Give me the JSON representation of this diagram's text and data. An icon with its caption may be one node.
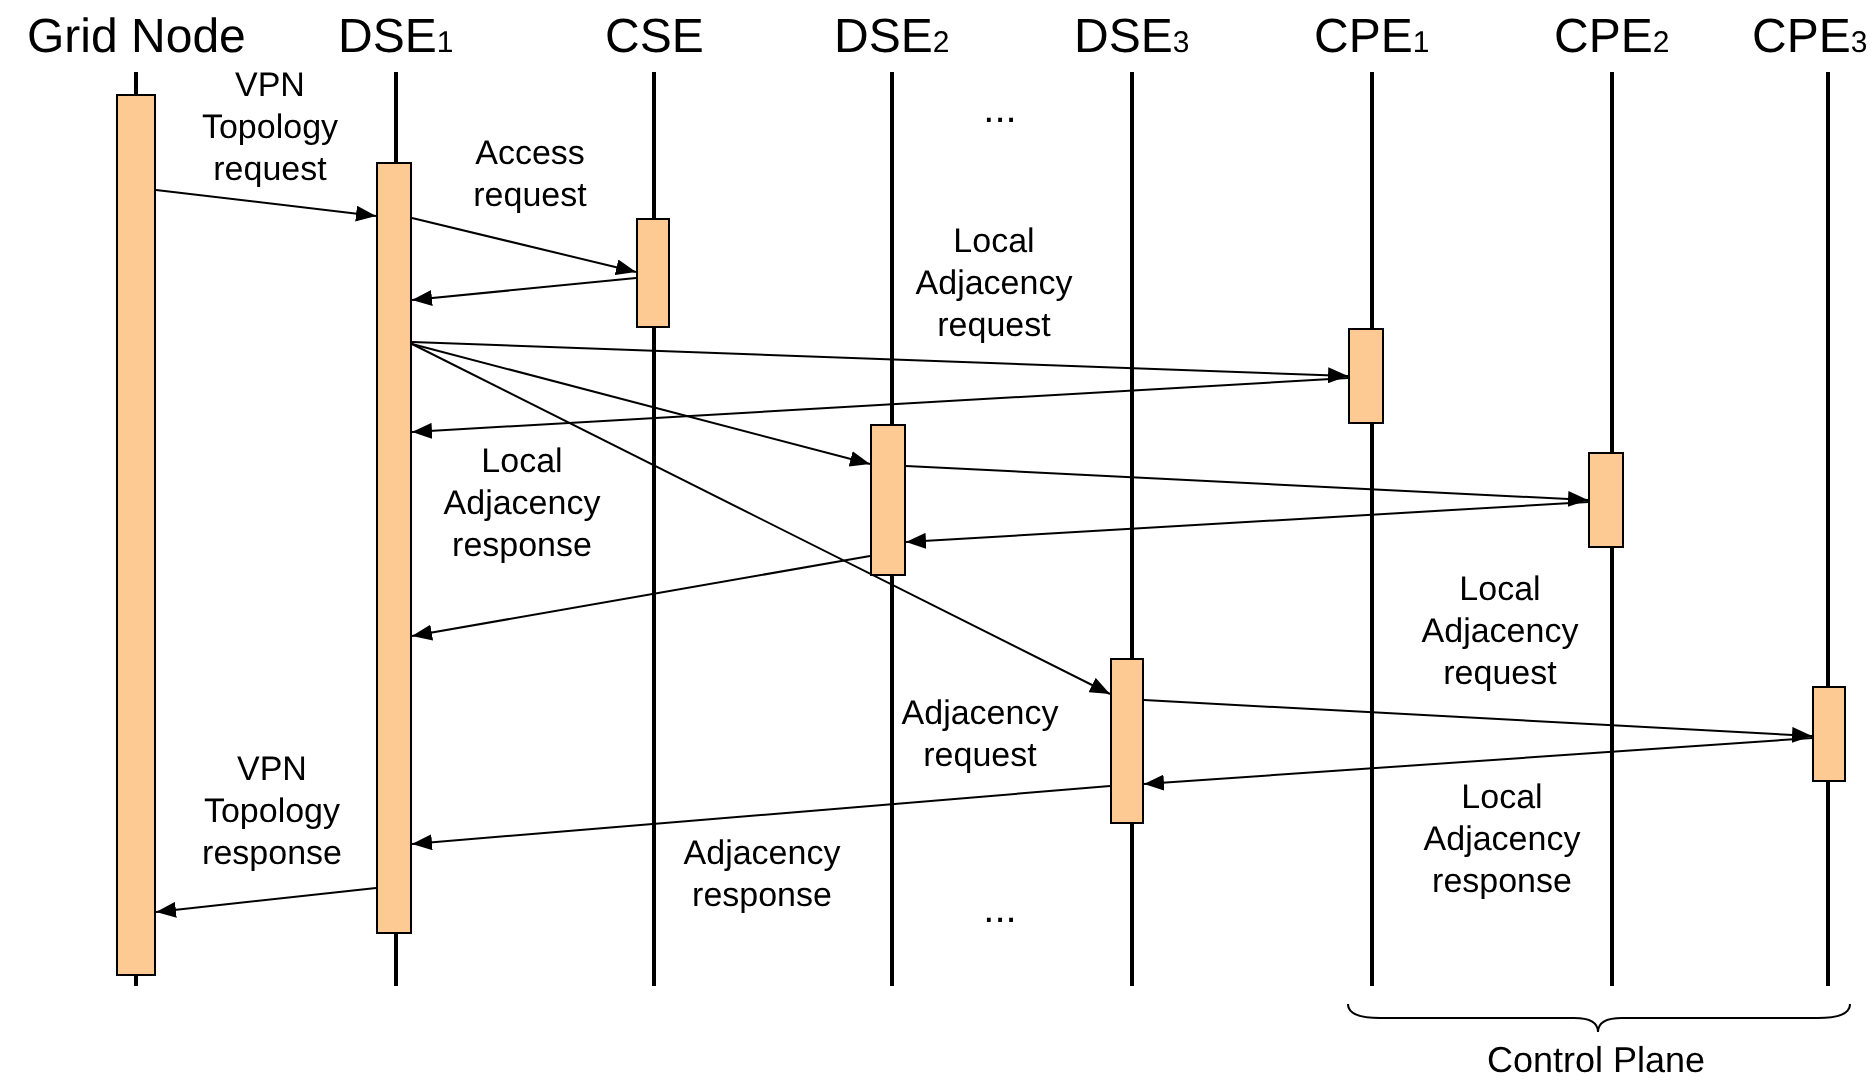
{
  "diagram": {
    "nodes": [
      {
        "text": [
          "Grid Node"
        ]
      },
      {
        "text": [
          "DSE$_{1}$"
        ]
      },
      {
        "text": [
          "CSE"
        ]
      },
      {
        "text": [
          "DSE$_{2}$"
        ]
      },
      {
        "text": [
          "DSE$_{3}$"
        ]
      },
      {
        "text": [
          "CPE$_{1}$"
        ]
      },
      {
        "text": [
          "CPE$_{2}$"
        ]
      },
      {
        "text": [
          "CPE$_{3}$"
        ]
      },
      {
        "text": [],
        "shape": "bar"
      },
      {
        "text": [],
        "shape": "bar"
      },
      {
        "text": [],
        "shape": "bar"
      },
      {
        "text": [],
        "shape": "bar"
      },
      {
        "text": [],
        "shape": "bar"
      },
      {
        "text": [],
        "shape": "bar"
      },
      {
        "text": [],
        "shape": "bar"
      },
      {
        "text": [],
        "shape": "bar"
      }
    ],
    "edges": [
      {
        "from": 8,
        "to": 9,
        "arrow": "to",
        "label": "VPN Topology request"
      },
      {
        "from": 9,
        "to": 10,
        "arrow": "to",
        "label": "Access request"
      },
      {
        "from": 10,
        "to": 9,
        "arrow": "to"
      },
      {
        "from": 9,
        "to": 13,
        "arrow": "to",
        "label": "Local Adjacency request"
      },
      {
        "from": 13,
        "to": 9,
        "arrow": "to"
      },
      {
        "from": 9,
        "to": 11,
        "arrow": "to"
      },
      {
        "from": 11,
        "to": 14,
        "arrow": "to"
      },
      {
        "from": 14,
        "to": 11,
        "arrow": "to"
      },
      {
        "from": 11,
        "to": 9,
        "arrow": "to",
        "label": "Local Adjacency response"
      },
      {
        "from": 9,
        "to": 12,
        "arrow": "to",
        "label": "Adjacency request"
      },
      {
        "from": 12,
        "to": 15,
        "arrow": "to",
        "label": "Local Adjacency request"
      },
      {
        "from": 15,
        "to": 12,
        "arrow": "to",
        "label": "Local Adjacency response"
      },
      {
        "from": 12,
        "to": 9,
        "arrow": "to",
        "label": "Adjacency response"
      },
      {
        "from": 9,
        "to": 8,
        "arrow": "to",
        "label": "VPN Topology response"
      }
    ],
    "labels": [
      "...",
      "...",
      "Control Plane"
    ]
  }
}
